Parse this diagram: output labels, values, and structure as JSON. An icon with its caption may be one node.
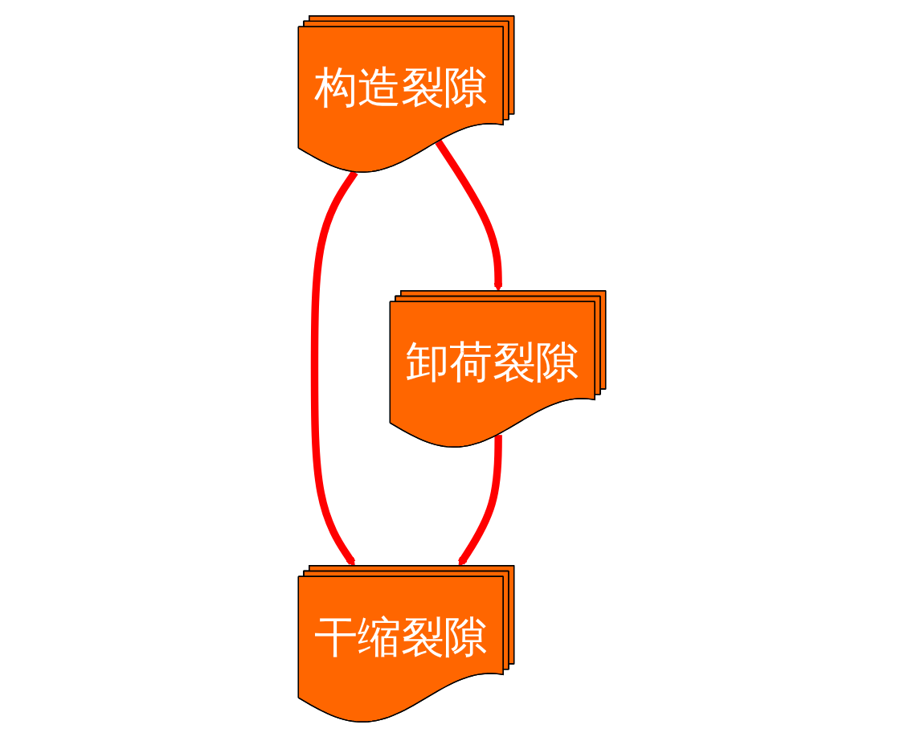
{
  "diagram": {
    "nodes": [
      {
        "text": [
          "构造裂隙"
        ]
      },
      {
        "text": [
          "卸荷裂隙"
        ]
      },
      {
        "text": [
          "干缩裂隙"
        ]
      }
    ],
    "edges": [
      {
        "from": 0,
        "to": 1,
        "arrow": "to"
      },
      {
        "from": 0,
        "to": 2,
        "arrow": "to"
      },
      {
        "from": 1,
        "to": 2,
        "arrow": "to"
      }
    ]
  }
}
